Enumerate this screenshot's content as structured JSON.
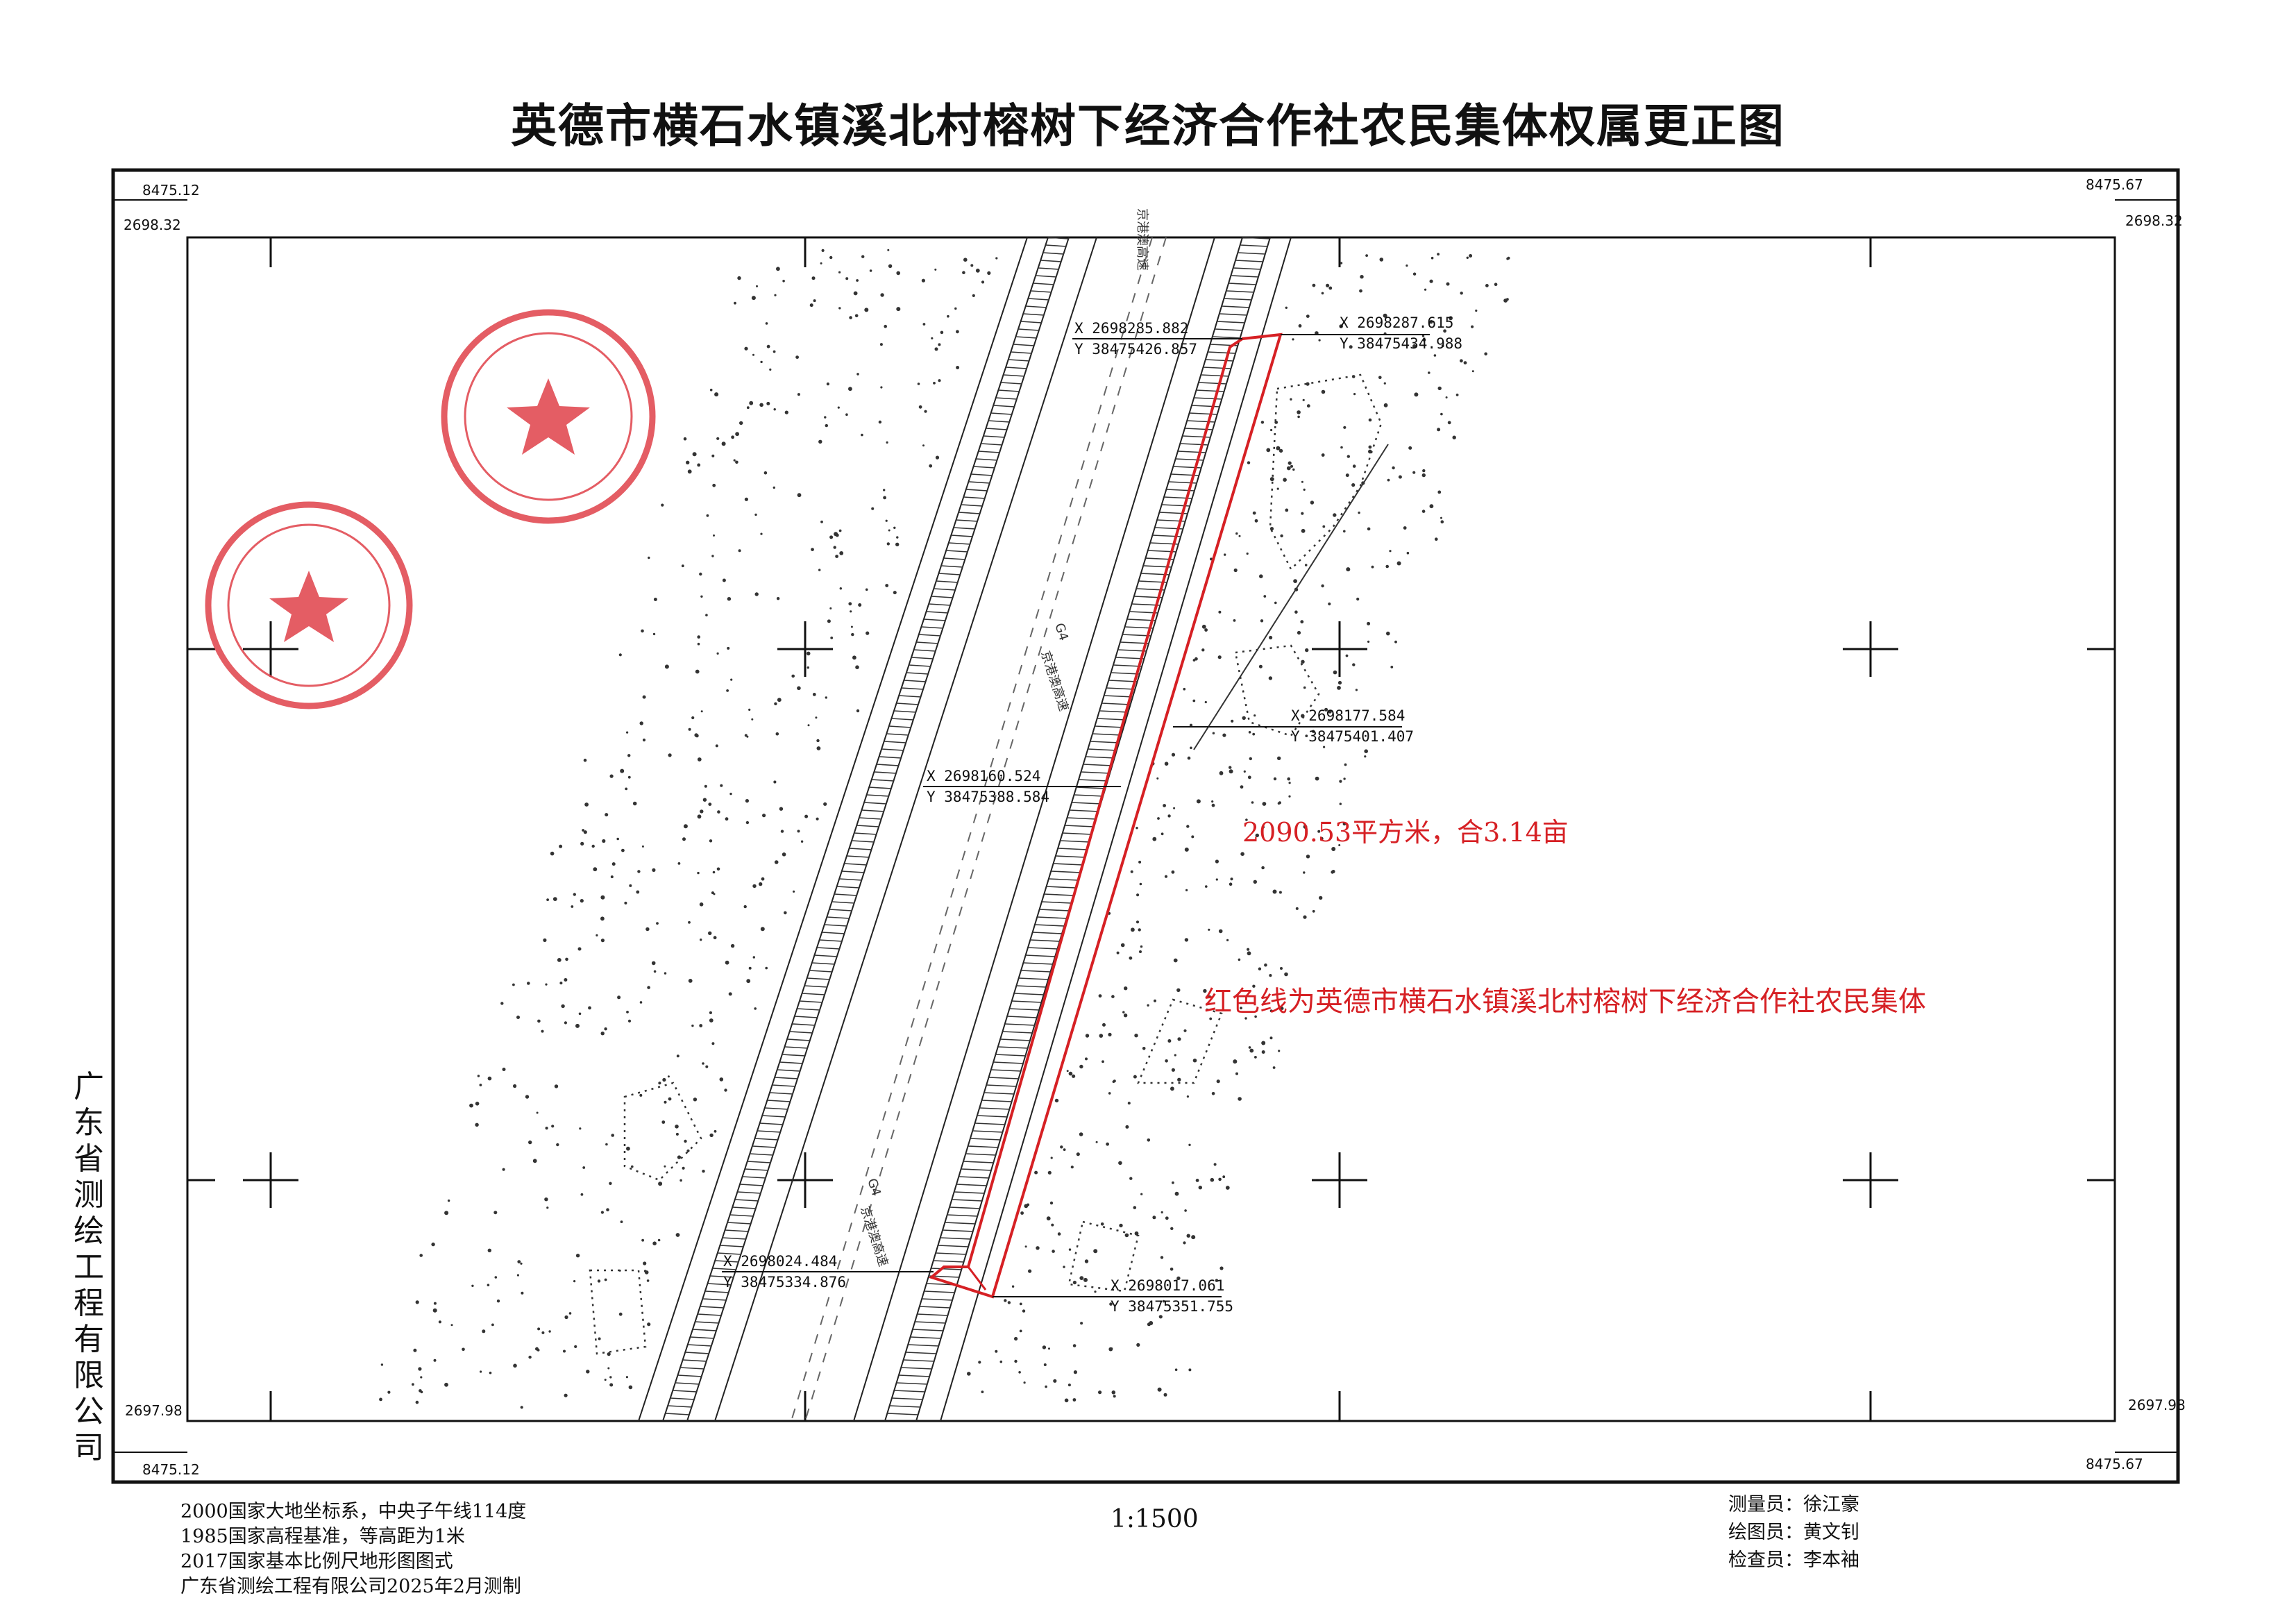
{
  "title": "英德市横石水镇溪北村榕树下经济合作社农民集体权属更正图",
  "frame": {
    "top_left_x": "8475.12",
    "top_left_y": "2698.32",
    "top_right_x": "8475.67",
    "top_right_y": "2698.32",
    "bottom_left_y": "2697.98",
    "bottom_left_x": "8475.12",
    "bottom_right_y": "2697.98",
    "bottom_right_x": "8475.67"
  },
  "side_company": "广东省测绘工程有限公司",
  "coordinates": [
    {
      "x": "X 2698285.882",
      "y": "Y 38475426.857"
    },
    {
      "x": "X 2698287.615",
      "y": "Y 38475434.988"
    },
    {
      "x": "X 2698177.584",
      "y": "Y 38475401.407"
    },
    {
      "x": "X 2698160.524",
      "y": "Y 38475388.584"
    },
    {
      "x": "X 2698024.484",
      "y": "Y 38475334.876"
    },
    {
      "x": "X 2698017.061",
      "y": "Y 38475351.755"
    }
  ],
  "area_label": "2090.53平方米，合3.14亩",
  "legend_label": "红色线为英德市横石水镇溪北村榕树下经济合作社农民集体",
  "road_labels": [
    "京港澳高速",
    "G4",
    "京港澳高速",
    "G4",
    "京港澳高速"
  ],
  "footer": {
    "line1": "2000国家大地坐标系，中央子午线114度",
    "line2": "1985国家高程基准，等高距为1米",
    "line3": "2017国家基本比例尺地形图图式",
    "line4": "广东省测绘工程有限公司2025年2月测制"
  },
  "scale": "1:1500",
  "staff": [
    {
      "role": "测量员：",
      "name": "徐江豪"
    },
    {
      "role": "绘图员：",
      "name": "黄文钊"
    },
    {
      "role": "检查员：",
      "name": "李本袖"
    }
  ],
  "stamp_colors": {
    "stamp": "#e0414a",
    "boundary": "#d62024"
  }
}
